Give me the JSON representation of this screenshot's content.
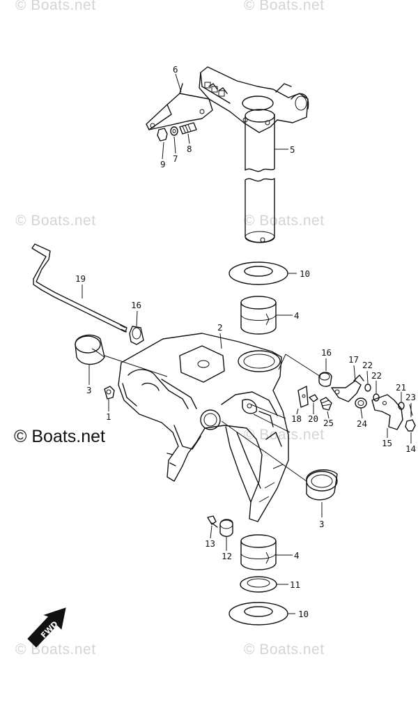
{
  "watermark": {
    "text": "© Boats.net"
  },
  "brand_text": "© Boats.net",
  "direction_marker": "FWD",
  "part_numbers": {
    "p1": "1",
    "p2": "2",
    "p3a": "3",
    "p3b": "3",
    "p4a": "4",
    "p4b": "4",
    "p5": "5",
    "p6": "6",
    "p7": "7",
    "p8": "8",
    "p9": "9",
    "p10a": "10",
    "p10b": "10",
    "p11": "11",
    "p12": "12",
    "p13": "13",
    "p14": "14",
    "p15": "15",
    "p16a": "16",
    "p16b": "16",
    "p17": "17",
    "p18": "18",
    "p19": "19",
    "p20": "20",
    "p21": "21",
    "p22a": "22",
    "p22b": "22",
    "p23": "23",
    "p24": "24",
    "p25": "25"
  }
}
